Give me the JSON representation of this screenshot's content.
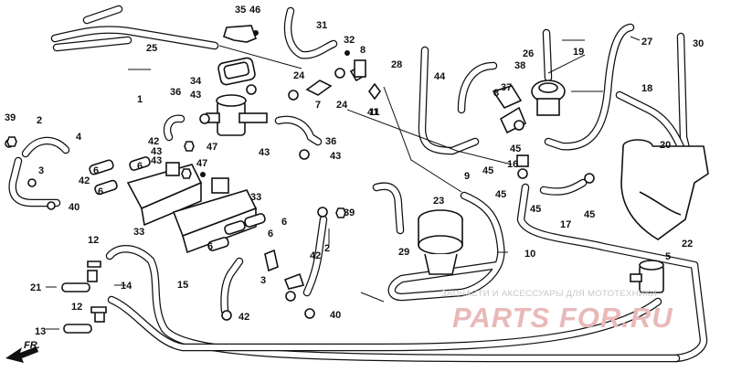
{
  "diagram": {
    "callouts": [
      "1",
      "2",
      "3",
      "4",
      "5",
      "6",
      "7",
      "8",
      "9",
      "10",
      "11",
      "12",
      "13",
      "14",
      "15",
      "16",
      "17",
      "18",
      "19",
      "20",
      "21",
      "22",
      "23",
      "24",
      "25",
      "26",
      "27",
      "28",
      "29",
      "30",
      "31",
      "32",
      "33",
      "34",
      "35",
      "36",
      "37",
      "38",
      "39",
      "40",
      "41",
      "42",
      "43",
      "44",
      "45",
      "46",
      "47"
    ],
    "direction_label": "FR.",
    "watermark": {
      "text": "ЗАПЧАСТИ И АКСЕССУАРЫ ДЛЯ МОТОТЕХНИКИ",
      "brand": "PARTS FOR.RU"
    }
  }
}
